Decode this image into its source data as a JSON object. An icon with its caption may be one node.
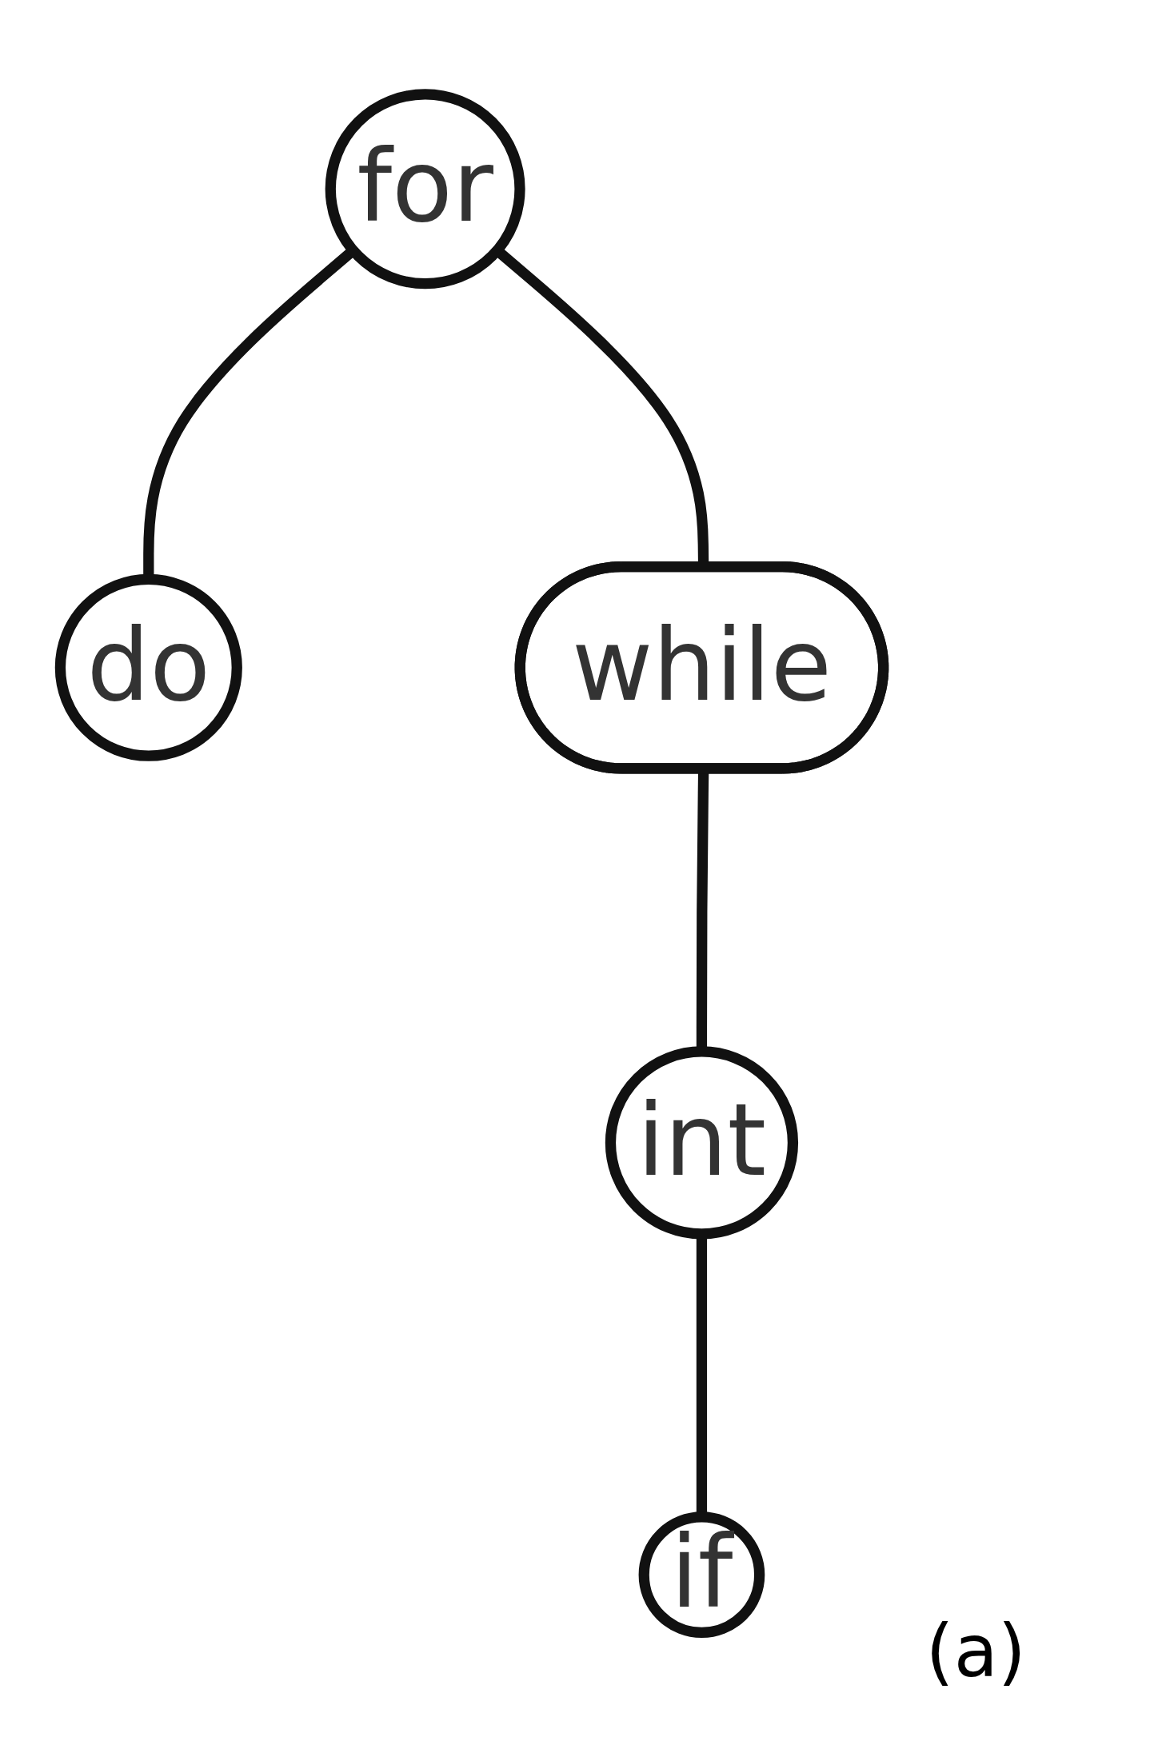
{
  "diagram": {
    "nodes": [
      {
        "text": [
          "for"
        ]
      },
      {
        "text": [
          "do"
        ]
      },
      {
        "text": [
          "while"
        ]
      },
      {
        "text": [
          "int"
        ]
      },
      {
        "text": [
          "if"
        ]
      }
    ],
    "edges": [
      {
        "from": 0,
        "to": 1,
        "arrow": "none"
      },
      {
        "from": 0,
        "to": 2,
        "arrow": "none"
      },
      {
        "from": 2,
        "to": 3,
        "arrow": "none"
      },
      {
        "from": 3,
        "to": 4,
        "arrow": "none"
      }
    ],
    "labels": [
      "(a)"
    ]
  }
}
